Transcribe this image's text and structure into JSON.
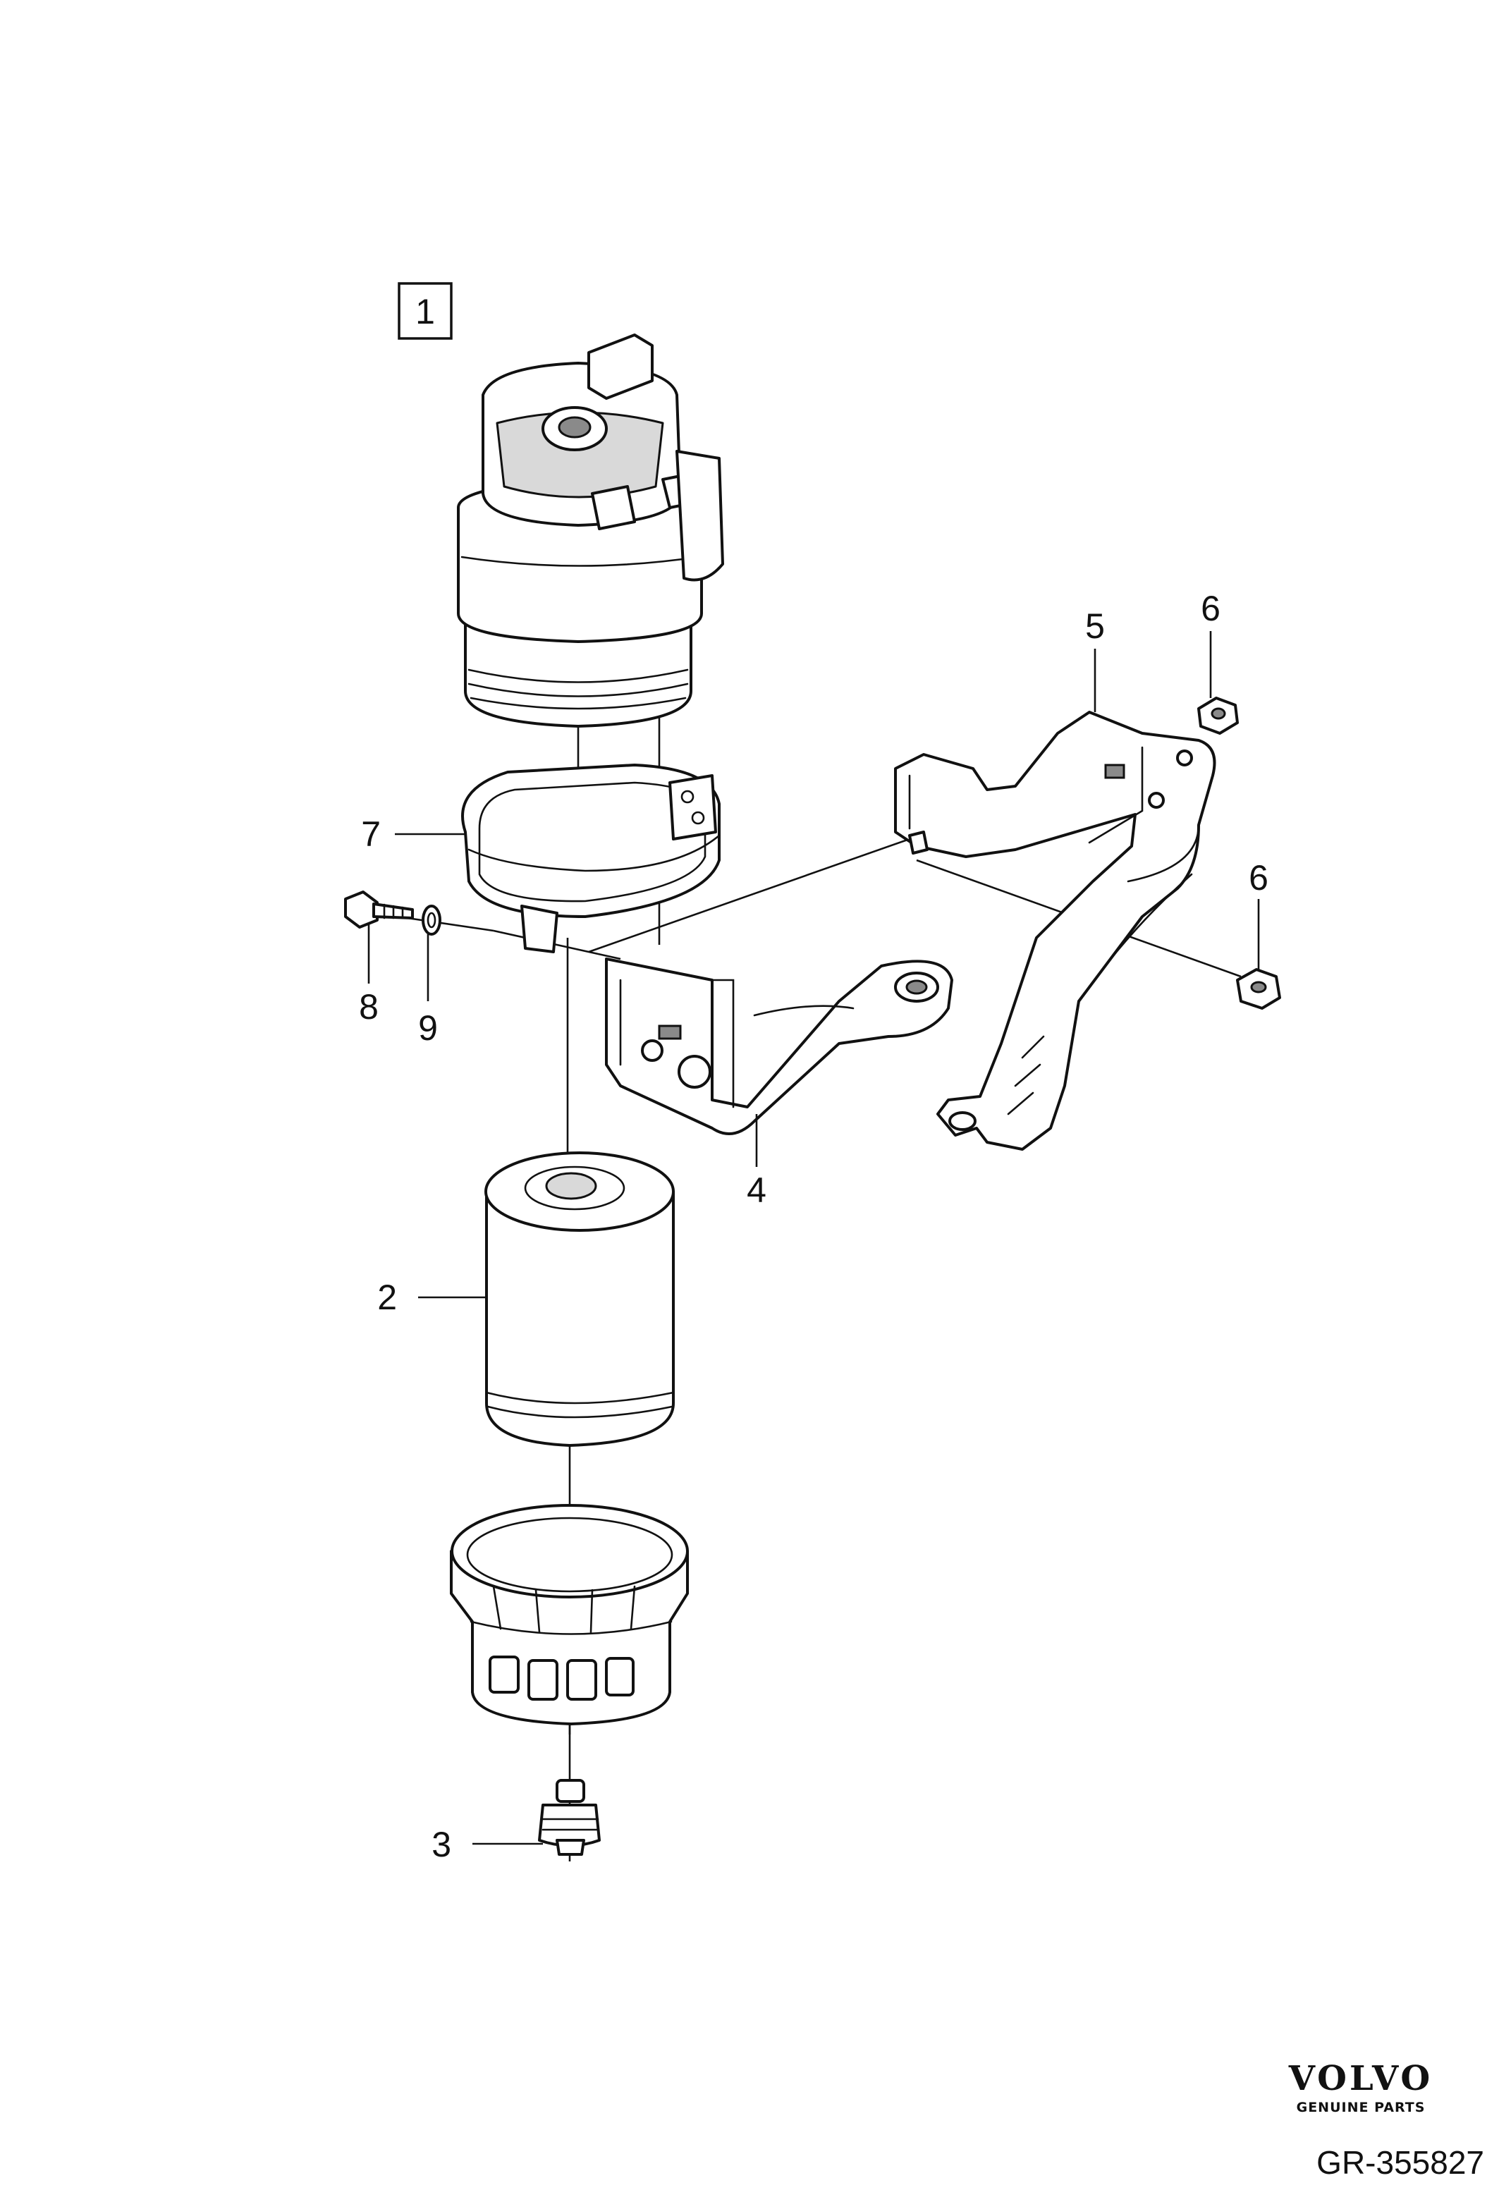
{
  "diagram": {
    "assembly_label": "1",
    "callouts": [
      "2",
      "3",
      "4",
      "5",
      "6",
      "6",
      "7",
      "8",
      "9"
    ]
  },
  "brand": {
    "logo": "VOLVO",
    "tagline": "GENUINE PARTS"
  },
  "reference": "GR-355827"
}
